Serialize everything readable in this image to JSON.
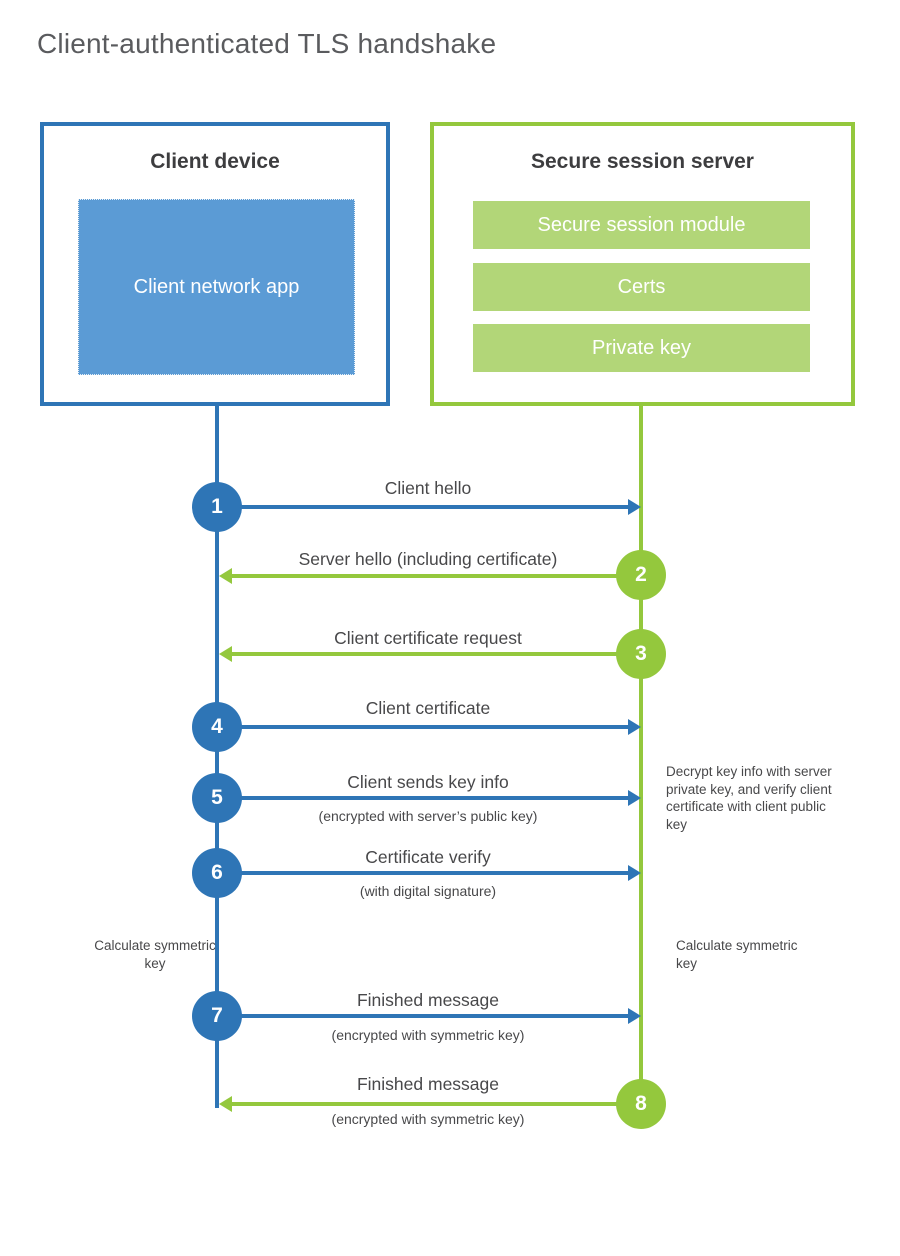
{
  "title": "Client-authenticated TLS handshake",
  "colors": {
    "blue": "#2e75b6",
    "blue_light": "#5b9bd5",
    "green": "#94c83d",
    "green_light": "#b2d678",
    "text": "#48484a"
  },
  "client_box": {
    "title": "Client device",
    "app": "Client network app"
  },
  "server_box": {
    "title": "Secure session server",
    "modules": [
      "Secure session module",
      "Certs",
      "Private key"
    ]
  },
  "steps": [
    {
      "num": "1",
      "label": "Client hello",
      "sub": "",
      "direction": "client-to-server"
    },
    {
      "num": "2",
      "label": "Server hello (including certificate)",
      "sub": "",
      "direction": "server-to-client"
    },
    {
      "num": "3",
      "label": "Client certificate request",
      "sub": "",
      "direction": "server-to-client"
    },
    {
      "num": "4",
      "label": "Client certificate",
      "sub": "",
      "direction": "client-to-server"
    },
    {
      "num": "5",
      "label": "Client sends key info",
      "sub": "(encrypted with server’s public key)",
      "direction": "client-to-server"
    },
    {
      "num": "6",
      "label": "Certificate verify",
      "sub": "(with digital signature)",
      "direction": "client-to-server"
    },
    {
      "num": "7",
      "label": "Finished message",
      "sub": "(encrypted with symmetric key)",
      "direction": "client-to-server"
    },
    {
      "num": "8",
      "label": "Finished message",
      "sub": "(encrypted with symmetric key)",
      "direction": "server-to-client"
    }
  ],
  "annotations": {
    "decrypt_note": "Decrypt key info with server private key, and verify client certificate with client public key",
    "calc_left": "Calculate symmetric key",
    "calc_right": "Calculate symmetric key"
  }
}
